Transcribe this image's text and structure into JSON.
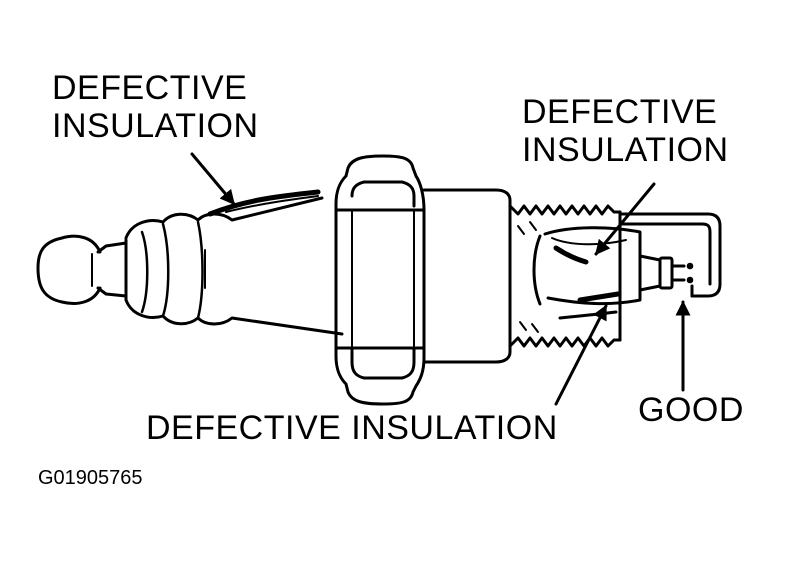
{
  "labels": {
    "top_left": [
      "DEFECTIVE",
      "INSULATION"
    ],
    "top_right": [
      "DEFECTIVE",
      "INSULATION"
    ],
    "bottom": "DEFECTIVE INSULATION",
    "good": "GOOD"
  },
  "figure_code": "G01905765",
  "colors": {
    "ink": "#000000",
    "paper": "#ffffff"
  }
}
